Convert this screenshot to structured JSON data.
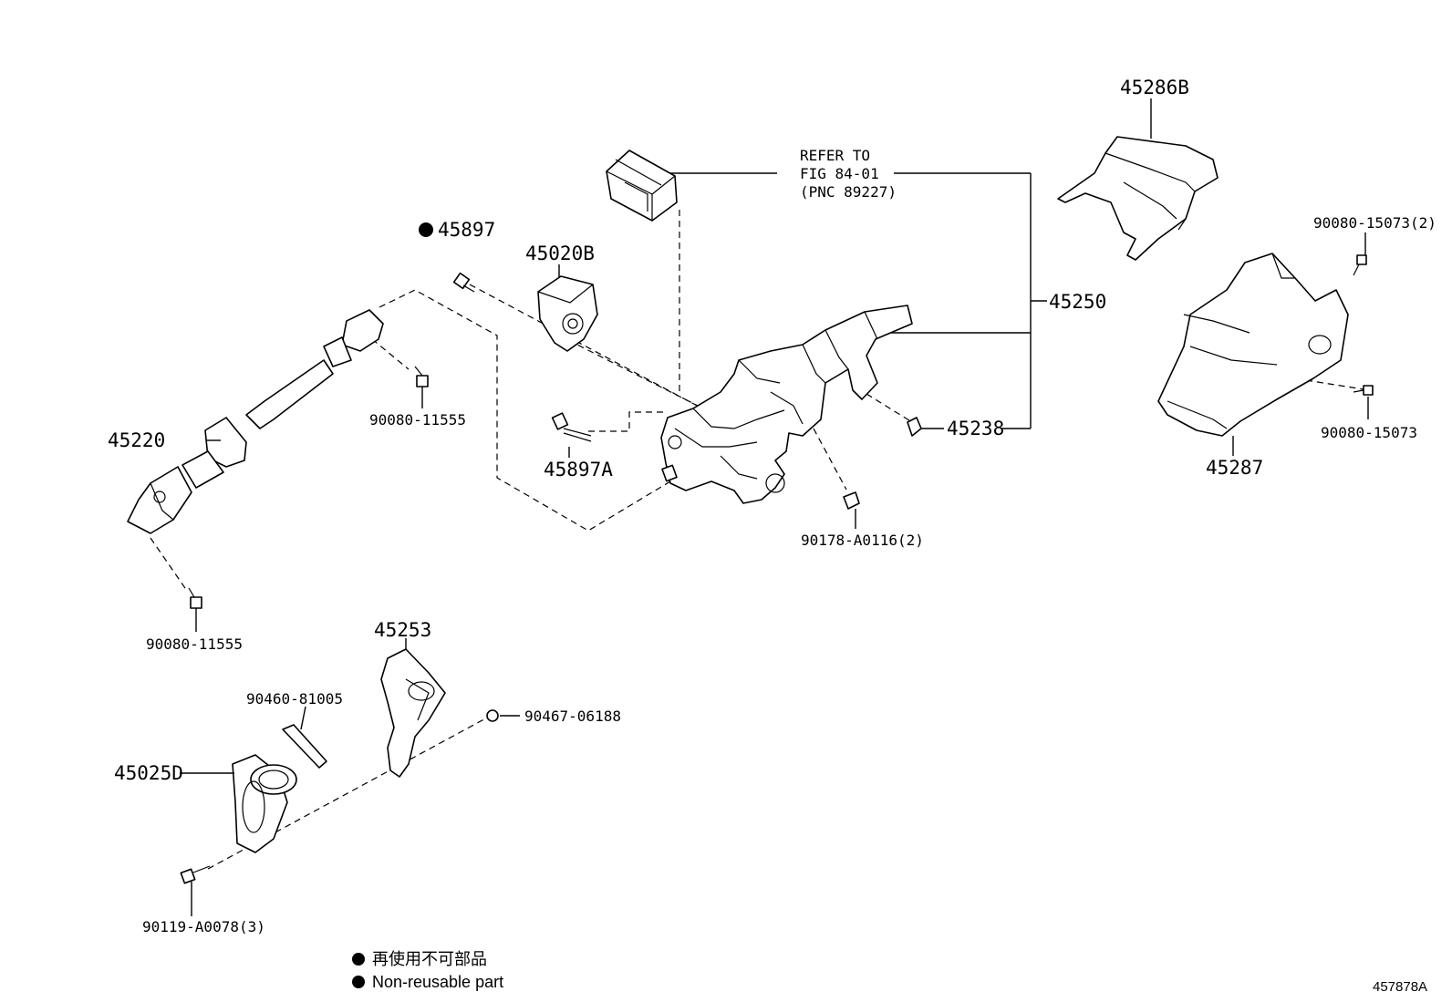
{
  "diagram": {
    "reference": {
      "line1": "REFER TO",
      "line2": "FIG 84-01",
      "line3": "(PNC 89227)"
    },
    "callouts": {
      "p45286B": "45286B",
      "p90080_15073_2": "90080-15073(2)",
      "p45897": "45897",
      "p45020B": "45020B",
      "p45250": "45250",
      "p45220": "45220",
      "p90080_11555_a": "90080-11555",
      "p45238": "45238",
      "p45897A": "45897A",
      "p90080_15073": "90080-15073",
      "p45287": "45287",
      "p90178": "90178-A0116(2)",
      "p90080_11555_b": "90080-11555",
      "p45253": "45253",
      "p90460": "90460-81005",
      "p90467": "90467-06188",
      "p45025D": "45025D",
      "p90119": "90119-A0078(3)"
    },
    "legend": {
      "line1": "再使用不可部品",
      "line2": "Non-reusable part"
    },
    "figure_id": "457878A"
  },
  "colors": {
    "ink": "#000000",
    "background": "#ffffff"
  }
}
